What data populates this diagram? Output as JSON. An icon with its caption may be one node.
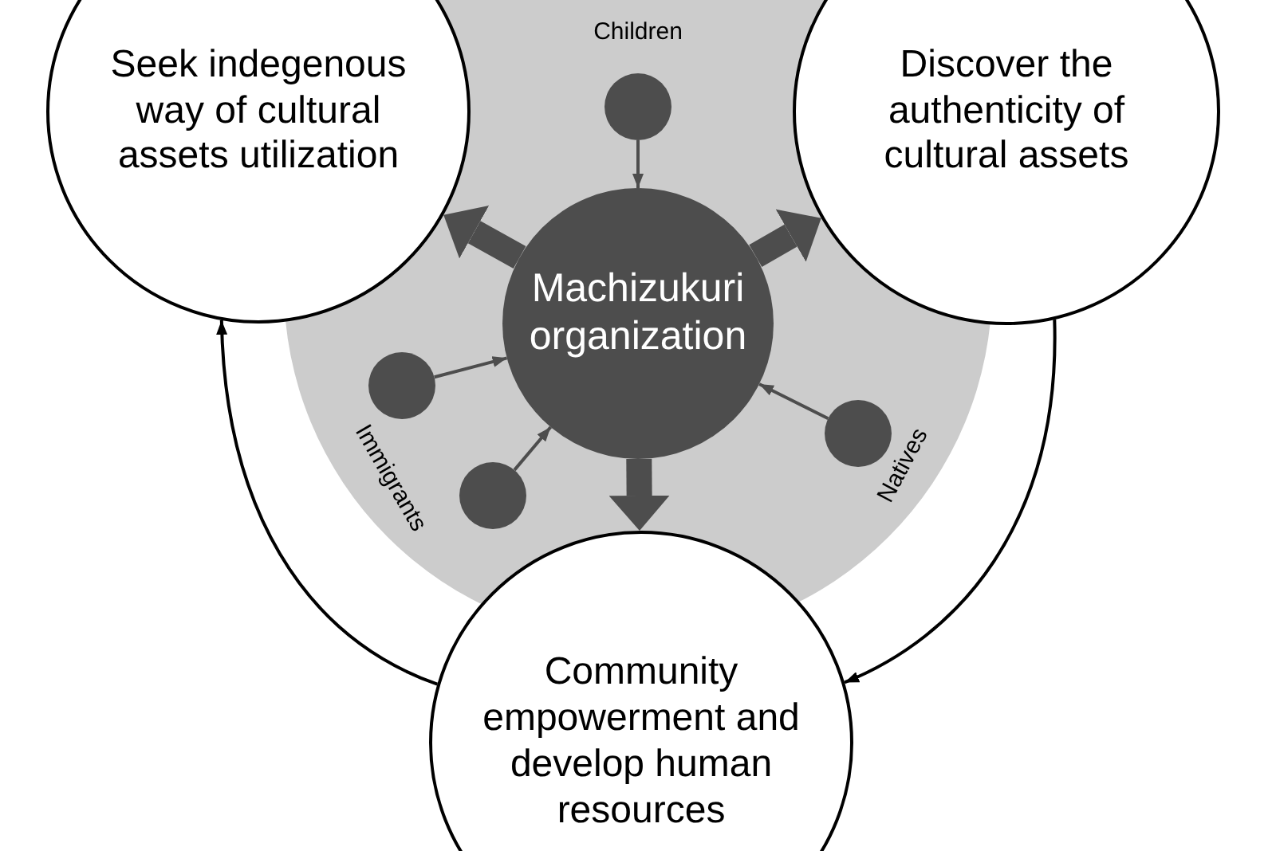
{
  "diagram": {
    "nodes": [
      {
        "text": [
          "Seek indegenous way of cultural assets utilization"
        ]
      },
      {
        "text": [
          "Discover the authenticity of cultural assets"
        ]
      },
      {
        "text": [],
        "shape": "circle"
      },
      {
        "text": [
          "Machizukuri organization"
        ]
      },
      {
        "text": [],
        "shape": "circle"
      },
      {
        "text": [],
        "shape": "circle"
      },
      {
        "text": [],
        "shape": "circle"
      },
      {
        "text": [
          "Community empowerment and develop human resources"
        ]
      }
    ],
    "edges": [
      {
        "from": 2,
        "to": 3,
        "arrow": "to"
      },
      {
        "from": 4,
        "to": 3,
        "arrow": "to"
      },
      {
        "from": 5,
        "to": 3,
        "arrow": "to"
      },
      {
        "from": 6,
        "to": 3,
        "arrow": "to"
      },
      {
        "from": 3,
        "to": 0,
        "arrow": "to",
        "style": "thick"
      },
      {
        "from": 3,
        "to": 1,
        "arrow": "to",
        "style": "thick"
      },
      {
        "from": 3,
        "to": 7,
        "arrow": "to",
        "style": "thick"
      },
      {
        "from": 1,
        "to": 7,
        "arrow": "to",
        "color": "#000000"
      },
      {
        "from": 7,
        "to": 0,
        "arrow": "to",
        "color": "#000000"
      }
    ],
    "labels": [
      "Children",
      "Immigrants",
      "Natives"
    ]
  }
}
